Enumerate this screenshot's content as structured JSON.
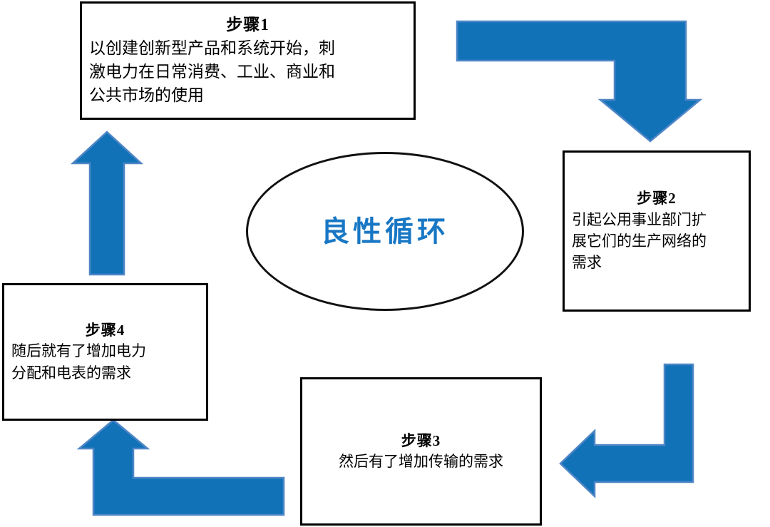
{
  "diagram": {
    "title_text": "良性循环",
    "center": {
      "label": "良性循环",
      "color": "#1877c4",
      "shape": "ellipse"
    },
    "colors": {
      "arrow_fill": "#1272b8",
      "arrow_outline": "#4f86c6",
      "box_border": "#000000",
      "box_background": "#ffffff",
      "text": "#000000",
      "center_text": "#1877c4"
    },
    "steps": [
      {
        "id": "step1",
        "title": "步骤1",
        "body": "以创建创新型产品和系统开始，刺\n激电力在日常消费、工业、商业和\n公共市场的使用"
      },
      {
        "id": "step2",
        "title": "步骤2",
        "body": "引起公用事业部门扩\n展它们的生产网络的\n需求"
      },
      {
        "id": "step3",
        "title": "步骤3",
        "body": "然后有了增加传输的需求"
      },
      {
        "id": "step4",
        "title": "步骤4",
        "body": "随后就有了增加电力\n分配和电表的需求"
      }
    ],
    "arrows": [
      {
        "id": "arrow-step1-to-step2",
        "from": "step1",
        "to": "step2",
        "shape": "bent-right-down",
        "direction": "down"
      },
      {
        "id": "arrow-step2-to-step3",
        "from": "step2",
        "to": "step3",
        "shape": "bent-down-left",
        "direction": "left"
      },
      {
        "id": "arrow-step3-to-step4",
        "from": "step3",
        "to": "step4",
        "shape": "bent-left-up",
        "direction": "up"
      },
      {
        "id": "arrow-step4-to-step1",
        "from": "step4",
        "to": "step1",
        "shape": "straight-up",
        "direction": "up"
      }
    ]
  }
}
